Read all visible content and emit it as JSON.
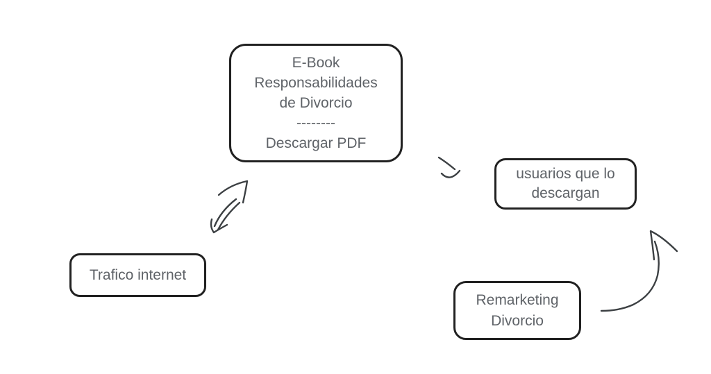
{
  "diagram": {
    "type": "flowchart",
    "style": "hand-drawn",
    "colors": {
      "background": "#ffffff",
      "node_border": "#212121",
      "node_fill": "#ffffff",
      "text": "#5f6368",
      "arrow": "#3c4043"
    },
    "nodes": {
      "ebook": {
        "lines": [
          "E-Book",
          "Responsabilidades",
          "de Divorcio",
          "--------",
          "Descargar PDF"
        ]
      },
      "trafico": {
        "lines": [
          "Trafico internet"
        ]
      },
      "usuarios": {
        "lines": [
          "usuarios que lo",
          "descargan"
        ]
      },
      "remarketing": {
        "lines": [
          "Remarketing",
          "Divorcio"
        ]
      }
    },
    "connectors": [
      {
        "name": "trafico-ebook",
        "type": "double-headed-arrow",
        "from": "Trafico internet",
        "to": "E-Book Responsabilidades de Divorcio"
      },
      {
        "name": "ebook-usuarios",
        "type": "arrow",
        "from": "E-Book Responsabilidades de Divorcio",
        "to": "usuarios que lo descargan"
      },
      {
        "name": "remarketing-usuarios",
        "type": "curved-arrow",
        "from": "Remarketing Divorcio",
        "to": "usuarios que lo descargan"
      }
    ]
  }
}
